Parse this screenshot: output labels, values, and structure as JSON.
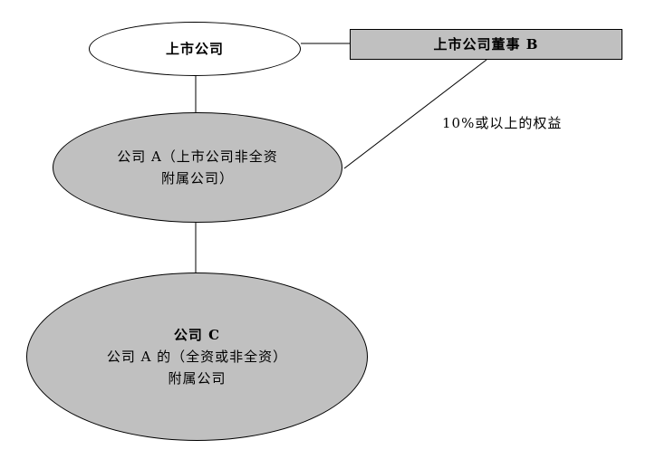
{
  "diagram": {
    "listed_company": "上市公司",
    "director": "上市公司董事 B",
    "company_a": {
      "line1": "公司 A（上市公司非全资",
      "line2": "附属公司）"
    },
    "company_c": {
      "line1": "公司 C",
      "line2": "公司 A 的（全资或非全资）",
      "line3": "附属公司"
    },
    "interest_label": "10%或以上的权益"
  },
  "colors": {
    "node_fill_gray": "#c0c0c0",
    "node_fill_white": "#ffffff",
    "stroke": "#000000"
  }
}
